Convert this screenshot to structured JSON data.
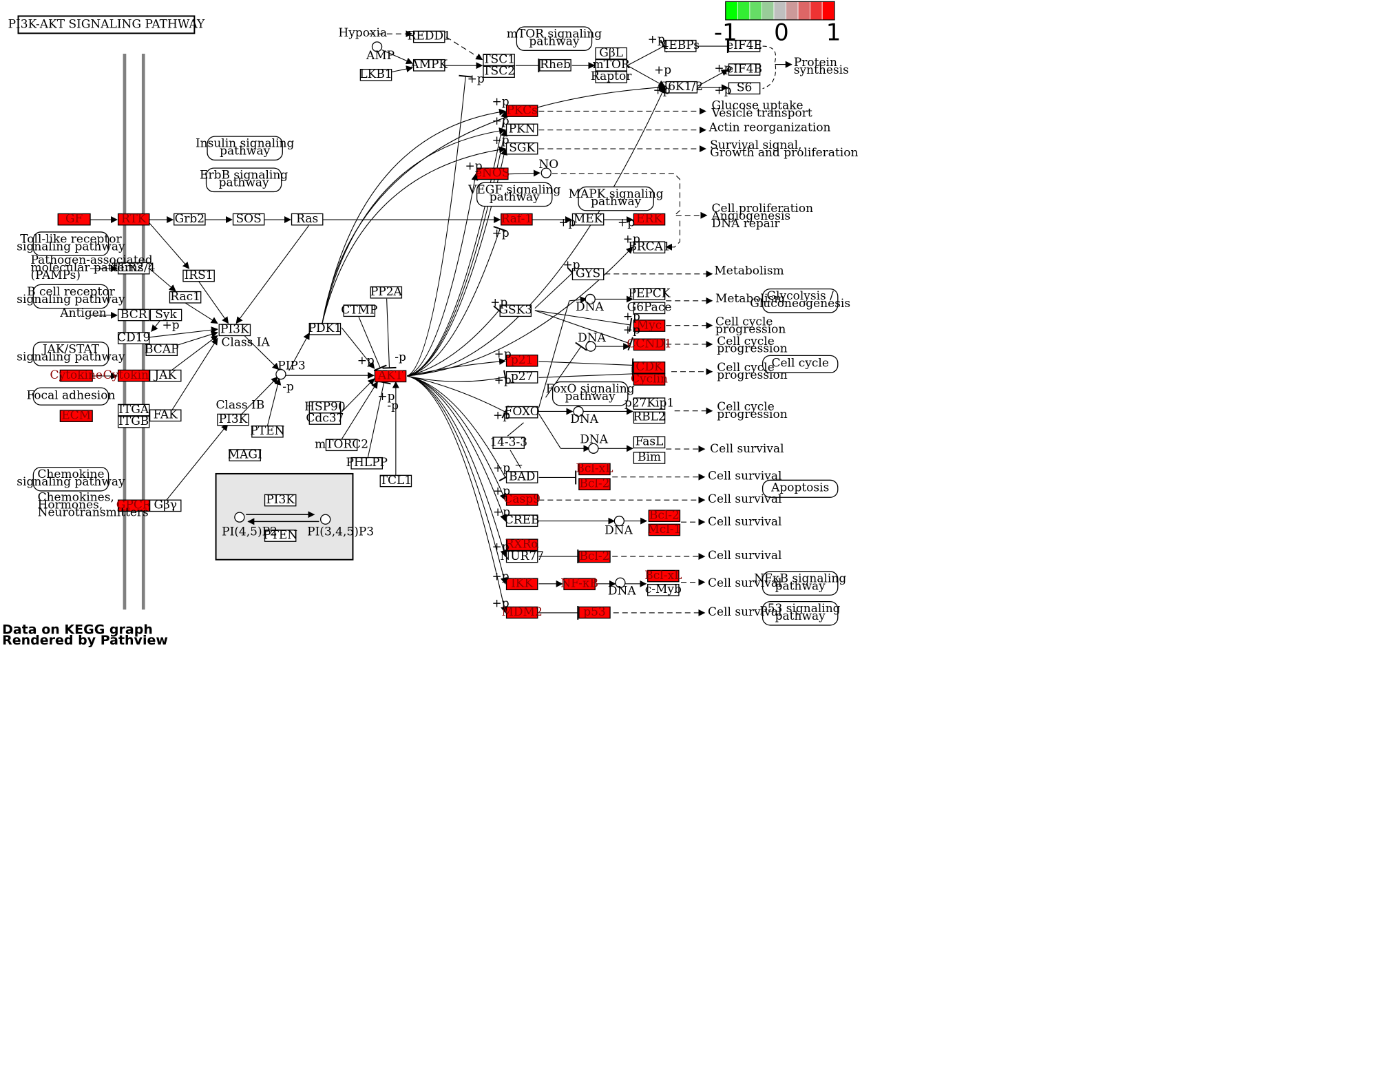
{
  "title": "PI3K-AKT SIGNALING PATHWAY",
  "footer": [
    "Data on KEGG graph",
    "Rendered by Pathview"
  ],
  "legend": {
    "min_label": "-1",
    "mid_label": "0",
    "max_label": "1",
    "colors": [
      "#00ff00",
      "#33ee33",
      "#66dd66",
      "#99cc99",
      "#bfbfbf",
      "#cc9999",
      "#dd6666",
      "#ee3333",
      "#ff0000"
    ]
  },
  "colors": {
    "up": "#ff0000",
    "plain": "#ffffff",
    "stroke": "#000000",
    "membrane": "#808080",
    "inset": "#e6e6e6"
  },
  "nodes": {
    "gf": "GF",
    "rtk": "RTK",
    "grb2": "Grb2",
    "sos": "SOS",
    "ras": "Ras",
    "tlr24": "TLR2/4",
    "irs1": "IRS1",
    "rac1": "Rac1",
    "bcr": "BCR",
    "syk": "Syk",
    "cd19": "CD19",
    "bcap": "BCAP",
    "pi3k_a": "PI3K",
    "cytokine": "Cytokine",
    "cytokiner": "CytokineR",
    "jak": "JAK",
    "ecm": "ECM",
    "itga": "ITGA",
    "itgb": "ITGB",
    "fak": "FAK",
    "gpcr": "GPCR",
    "gby": "Gβγ",
    "pi3k_b": "PI3K",
    "pten": "PTEN",
    "magi": "MAGI",
    "pdk1": "PDK1",
    "ctmp": "CTMP",
    "pp2a": "PP2A",
    "akt": "AKT",
    "hsp90": "HSP90",
    "cdc37": "Cdc37",
    "mtorc2": "mTORC2",
    "phlpp": "PHLPP",
    "tcl1": "TCL1",
    "redd1": "REDD1",
    "ampk": "AMPK",
    "lkb1": "LKB1",
    "tsc1": "TSC1",
    "tsc2": "TSC2",
    "rheb": "Rheb",
    "gbl": "GβL",
    "mtor": "mTOR",
    "raptor": "Raptor",
    "ebps": "4EBPs",
    "eif4e": "eIF4E",
    "s6k12": "S6K1/2",
    "eif4b": "eIF4B",
    "s6": "S6",
    "pkcs": "PKCs",
    "pkn": "PKN",
    "sgk": "SGK",
    "enos": "eNOS",
    "raf1": "Raf-1",
    "mek": "MEK",
    "erk": "ERK",
    "brca1": "BRCA1",
    "gys": "GYS",
    "gsk3": "GSK3",
    "pepck": "PEPCK",
    "g6pace": "G6Pace",
    "myc": "Myc",
    "ccnd1": "CCND1",
    "p21": "p21",
    "p27": "p27",
    "cdk": "CDK",
    "cyclin": "Cyclin",
    "foxo": "FOXO",
    "p27kip1": "p27Kip1",
    "rbl2": "RBL2",
    "n1433": "14-3-3",
    "fasl": "FasL",
    "bim": "Bim",
    "bad": "BAD",
    "bclxl_1": "Bcl-xL",
    "bcl2_1": "Bcl-2",
    "casp9": "Casp9",
    "creb": "CREB",
    "bcl2_2": "Bcl-2",
    "mcl1": "Mcl-1",
    "rxra": "RXRα",
    "nur77": "NUR77",
    "bcl2_3": "Bcl-2",
    "ikk": "IKK",
    "nfkb": "NF-κB",
    "bclxl_2": "Bcl-xL",
    "cmyb": "c-Myb",
    "mdm2": "MDM2",
    "p53": "p53",
    "inset_pi3k": "PI3K",
    "inset_pten": "PTEN"
  },
  "pathways": {
    "mtor": [
      "mTOR signaling",
      "pathway"
    ],
    "insulin": [
      "Insulin signaling",
      "pathway"
    ],
    "erbb": [
      "ErbB signaling",
      "pathway"
    ],
    "vegf": [
      "VEGF signaling",
      "pathway"
    ],
    "mapk": [
      "MAPK signaling",
      "pathway"
    ],
    "toll": [
      "Toll-like receptor",
      "signaling pathway"
    ],
    "bcell": [
      "B cell receptor",
      "signaling pathway"
    ],
    "jakstat": [
      "JAK/STAT",
      "signaling pathway"
    ],
    "focal": [
      "Focal adhesion"
    ],
    "chemokine": [
      "Chemokine",
      "signaling pathway"
    ],
    "foxo": [
      "FoxO signaling",
      "pathway"
    ],
    "glyco": [
      "Glycolysis /",
      "Gluconeogenesis"
    ],
    "cellcycle": [
      "Cell cycle"
    ],
    "apoptosis": [
      "Apoptosis"
    ],
    "nfkb": [
      "NFκB signaling",
      "pathway"
    ],
    "p53": [
      "p53 signaling",
      "pathway"
    ]
  },
  "labels": {
    "hypoxia": "Hypoxia",
    "amp": "AMP",
    "pamps": [
      "Pathogen-associated",
      "molecular patterns",
      "(PAMPs)"
    ],
    "antigen": "Antigen",
    "chemokines": [
      "Chemokines,",
      "Hormones,",
      "Neurotransmitters"
    ],
    "class_ia": "Class IA",
    "class_ib": "Class IB",
    "pip3": "PIP3",
    "no": "NO",
    "dna": "DNA",
    "pi45p2": "PI(4,5)P2",
    "pi345p3": "PI(3,4,5)P3",
    "plus_p": "+p",
    "minus_p": "-p",
    "protein_synthesis": [
      "Protein",
      "synthesis"
    ],
    "glucose": [
      "Glucose uptake",
      "Vesicle transport"
    ],
    "actin": "Actin reorganization",
    "survival_signal": [
      "Survival signal,",
      "Growth and proliferation"
    ],
    "cell_prolif": [
      "Cell proliferation",
      "Angiogenesis",
      "DNA repair"
    ],
    "metabolism": "Metabolism",
    "cell_cycle_prog": [
      "Cell cycle",
      "progression"
    ],
    "cell_survival": "Cell survival"
  }
}
